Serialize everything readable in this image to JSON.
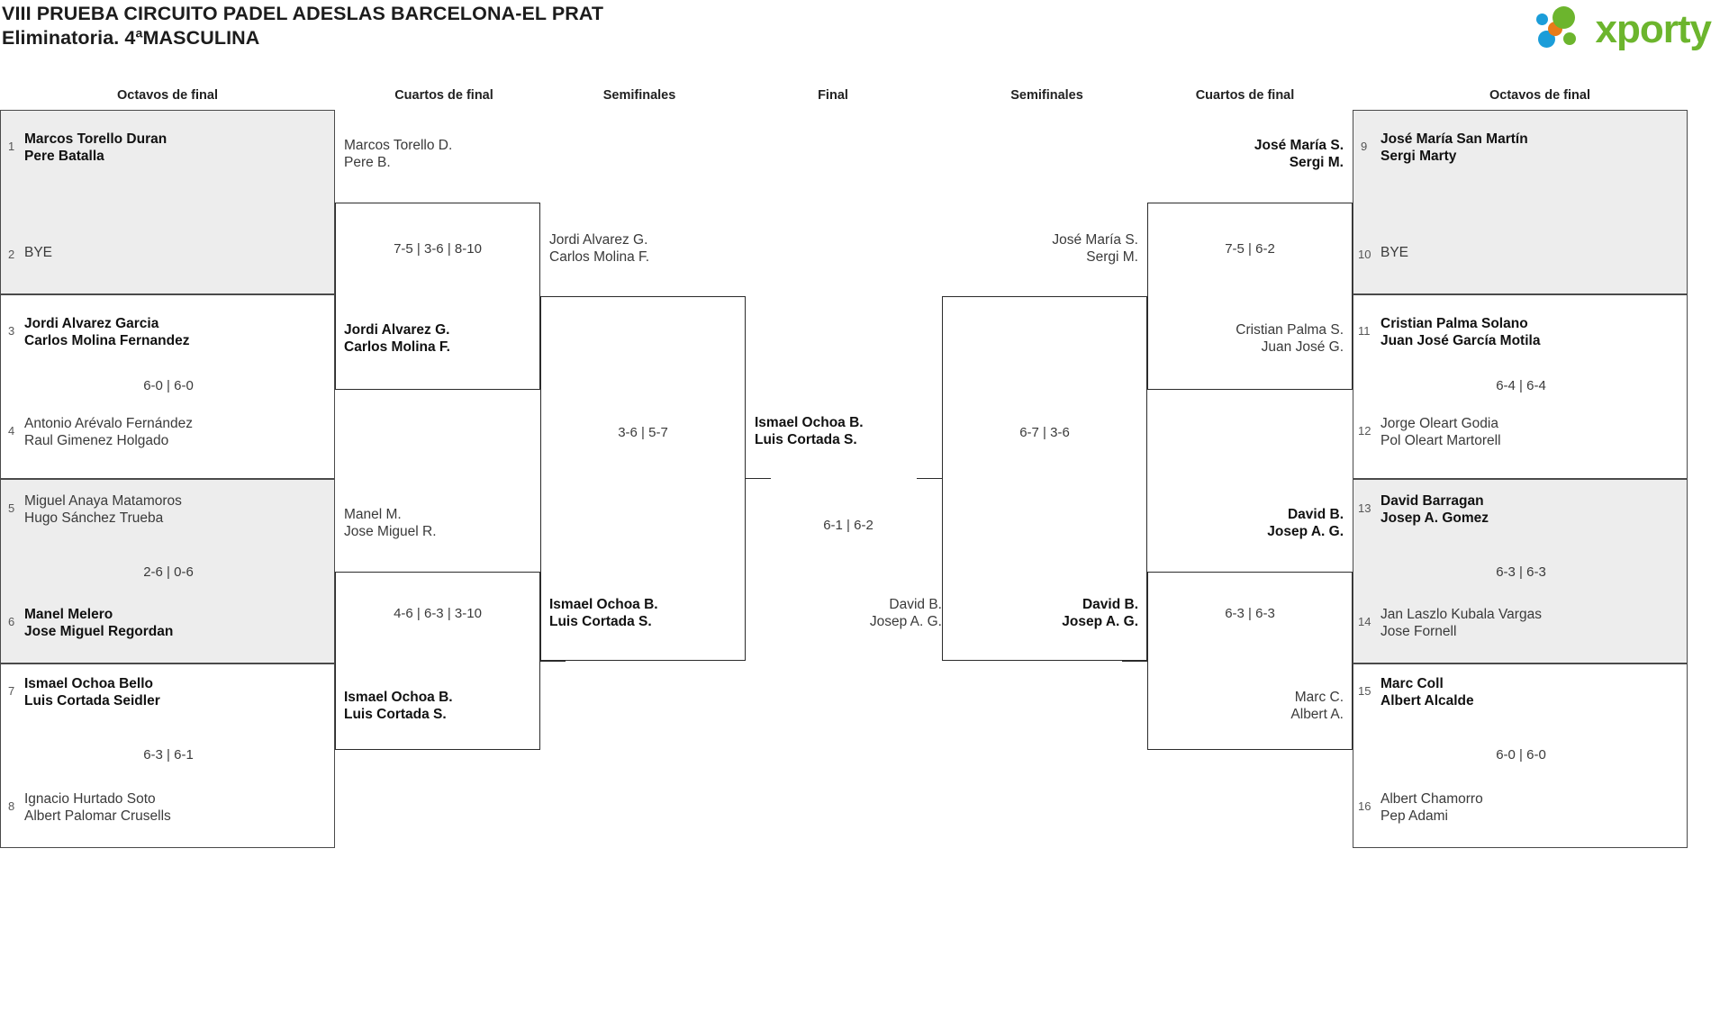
{
  "header": {
    "title_line1": "VIII PRUEBA CIRCUITO PADEL ADESLAS BARCELONA-EL PRAT",
    "title_line2": "Eliminatoria. 4ªMASCULINA",
    "logo_text": "xporty",
    "logo_colors": {
      "green": "#6cb52d",
      "blue": "#1b9dd9",
      "orange": "#e87b19"
    }
  },
  "round_headers": [
    {
      "label": "Octavos de final"
    },
    {
      "label": "Cuartos de final"
    },
    {
      "label": "Semifinales"
    },
    {
      "label": "Final"
    },
    {
      "label": "Semifinales"
    },
    {
      "label": "Cuartos de final"
    },
    {
      "label": "Octavos de final"
    }
  ],
  "left": {
    "octavos": [
      {
        "seed": "1",
        "p1": "Marcos Torello Duran",
        "p2": "Pere Batalla",
        "winner": true
      },
      {
        "seed": "2",
        "p1": "BYE",
        "p2": "",
        "winner": false
      },
      {
        "seed": "3",
        "p1": "Jordi Alvarez Garcia",
        "p2": "Carlos Molina Fernandez",
        "winner": true
      },
      {
        "seed": "4",
        "p1": "Antonio Arévalo Fernández",
        "p2": "Raul Gimenez Holgado",
        "winner": false
      },
      {
        "seed": "5",
        "p1": "Miguel Anaya Matamoros",
        "p2": "Hugo Sánchez Trueba",
        "winner": false
      },
      {
        "seed": "6",
        "p1": "Manel Melero",
        "p2": "Jose Miguel Regordan",
        "winner": true
      },
      {
        "seed": "7",
        "p1": "Ismael Ochoa Bello",
        "p2": "Luis Cortada Seidler",
        "winner": true
      },
      {
        "seed": "8",
        "p1": "Ignacio Hurtado Soto",
        "p2": "Albert Palomar Crusells",
        "winner": false
      }
    ],
    "octavos_scores": [
      {
        "value": ""
      },
      {
        "value": "6-0 | 6-0"
      },
      {
        "value": "2-6 | 0-6"
      },
      {
        "value": "6-3 | 6-1"
      }
    ],
    "cuartos": [
      {
        "p1": "Marcos Torello D.",
        "p2": "Pere B.",
        "winner": false
      },
      {
        "p1": "Jordi Alvarez G.",
        "p2": "Carlos Molina F.",
        "winner": true
      },
      {
        "p1": "Manel M.",
        "p2": "Jose Miguel R.",
        "winner": false
      },
      {
        "p1": "Ismael Ochoa B.",
        "p2": "Luis Cortada S.",
        "winner": true
      }
    ],
    "cuartos_scores": [
      {
        "value": "7-5 | 3-6 | 8-10"
      },
      {
        "value": "4-6 | 6-3 | 3-10"
      }
    ],
    "semis": [
      {
        "p1": "Jordi Alvarez G.",
        "p2": "Carlos Molina F.",
        "winner": false
      },
      {
        "p1": "Ismael Ochoa B.",
        "p2": "Luis Cortada S.",
        "winner": true
      }
    ],
    "semis_score": {
      "value": "3-6 | 5-7"
    }
  },
  "final": {
    "top": {
      "p1": "Ismael Ochoa B.",
      "p2": "Luis Cortada S.",
      "winner": true
    },
    "bottom": {
      "p1": "David B.",
      "p2": "Josep A. G.",
      "winner": false
    },
    "score": {
      "value": "6-1 | 6-2"
    }
  },
  "right": {
    "semis": [
      {
        "p1": "José María S.",
        "p2": "Sergi M.",
        "winner": false
      },
      {
        "p1": "David B.",
        "p2": "Josep A. G.",
        "winner": true
      }
    ],
    "semis_score": {
      "value": "6-7 | 3-6"
    },
    "cuartos": [
      {
        "p1": "José María S.",
        "p2": "Sergi M.",
        "winner": true
      },
      {
        "p1": "Cristian Palma S.",
        "p2": "Juan José G.",
        "winner": false
      },
      {
        "p1": "David B.",
        "p2": "Josep A. G.",
        "winner": true
      },
      {
        "p1": "Marc C.",
        "p2": "Albert A.",
        "winner": false
      }
    ],
    "cuartos_scores": [
      {
        "value": "7-5 | 6-2"
      },
      {
        "value": "6-3 | 6-3"
      }
    ],
    "octavos": [
      {
        "seed": "9",
        "p1": "José María San Martín",
        "p2": "Sergi Marty",
        "winner": true
      },
      {
        "seed": "10",
        "p1": "BYE",
        "p2": "",
        "winner": false
      },
      {
        "seed": "11",
        "p1": "Cristian Palma Solano",
        "p2": "Juan José García Motila",
        "winner": true
      },
      {
        "seed": "12",
        "p1": "Jorge Oleart Godia",
        "p2": "Pol Oleart Martorell",
        "winner": false
      },
      {
        "seed": "13",
        "p1": "David Barragan",
        "p2": "Josep A. Gomez",
        "winner": true
      },
      {
        "seed": "14",
        "p1": "Jan Laszlo Kubala Vargas",
        "p2": "Jose Fornell",
        "winner": false
      },
      {
        "seed": "15",
        "p1": "Marc Coll",
        "p2": "Albert Alcalde",
        "winner": true
      },
      {
        "seed": "16",
        "p1": "Albert Chamorro",
        "p2": "Pep Adami",
        "winner": false
      }
    ],
    "octavos_scores": [
      {
        "value": ""
      },
      {
        "value": "6-4 | 6-4"
      },
      {
        "value": "6-3 | 6-3"
      },
      {
        "value": "6-0 | 6-0"
      }
    ]
  }
}
